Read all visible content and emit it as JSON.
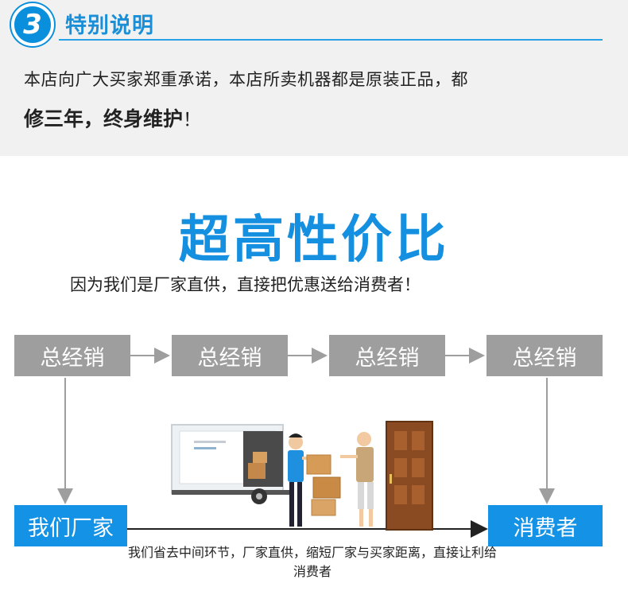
{
  "notice": {
    "badge_number": "3",
    "title": "特别说明",
    "line1": "本店向广大买家郑重承诺，本店所卖机器都是原装正品，都",
    "line2_bold": "修三年，终身维护",
    "line2_tail": "！"
  },
  "value": {
    "title": "超高性价比",
    "subtitle": "因为我们是厂家直供，直接把优惠送给消费者！"
  },
  "flow": {
    "distributors": [
      "总经销",
      "总经销",
      "总经销",
      "总经销"
    ],
    "factory": "我们厂家",
    "consumer": "消费者",
    "caption": "我们省去中间环节，厂家直供，缩短厂家与买家距离，直接让利给消费者"
  },
  "colors": {
    "accent": "#1590e0",
    "box_gray": "#9e9e9e",
    "box_blue": "#1492e6",
    "notice_bg": "#f1f1f1"
  }
}
